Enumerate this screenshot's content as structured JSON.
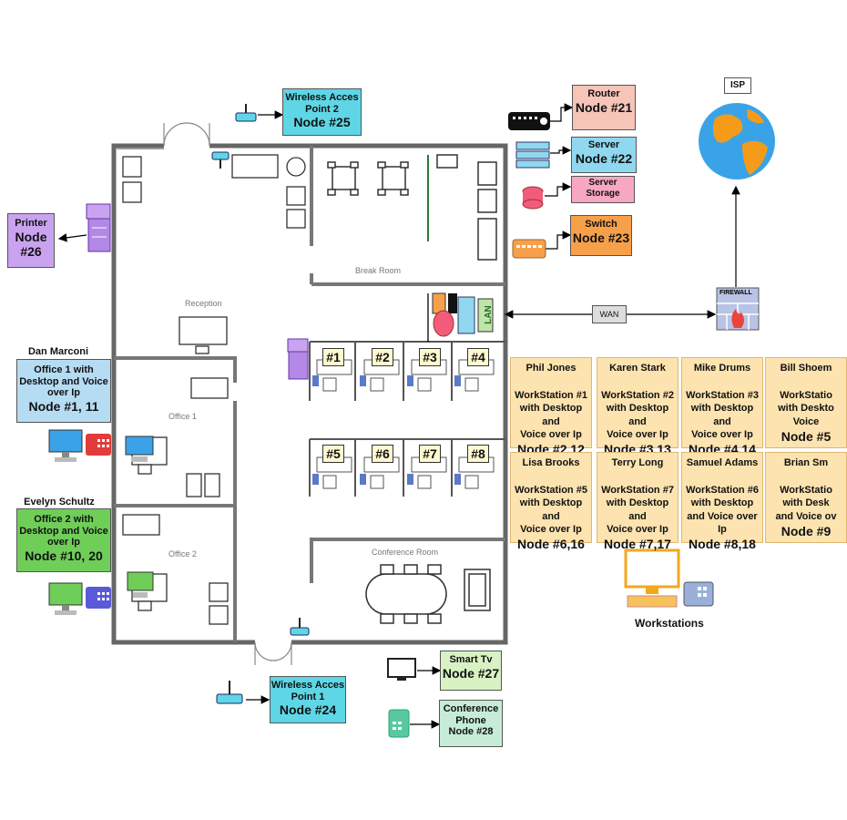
{
  "nodes": {
    "wap2": {
      "line1": "Wireless Acces",
      "line2": "Point 2",
      "node": "Node #25"
    },
    "wap1": {
      "line1": "Wireless Acces",
      "line2": "Point 1",
      "node": "Node #24"
    },
    "router": {
      "label": "Router",
      "node": "Node #21"
    },
    "server": {
      "label": "Server",
      "node": "Node #22"
    },
    "storage": {
      "line1": "Server",
      "line2": "Storage"
    },
    "switch": {
      "label": "Switch",
      "node": "Node #23"
    },
    "printer": {
      "label": "Printer",
      "node": "Node",
      "num": "#26"
    },
    "isp": {
      "label": "ISP"
    },
    "firewall": {
      "label": "FIREWALL"
    },
    "wan": {
      "label": "WAN"
    },
    "lan": {
      "label": "LAN"
    },
    "smart_tv": {
      "label": "Smart Tv",
      "node": "Node #27"
    },
    "conf_phone": {
      "line1": "Conference",
      "line2": "Phone",
      "node": "Node #28"
    }
  },
  "offices": {
    "office1": {
      "person": "Dan Marconi",
      "line1": "Office 1 with",
      "line2": "Desktop and Voice",
      "line3": "over Ip",
      "node": "Node #1, 11"
    },
    "office2": {
      "person": "Evelyn Schultz",
      "line1": "Office 2 with",
      "line2": "Desktop and Voice",
      "line3": "over Ip",
      "node": "Node #10, 20"
    }
  },
  "rooms": {
    "break": "Break Room",
    "reception": "Reception",
    "office1": "Office 1",
    "office2": "Office 2",
    "conference": "Conference Room"
  },
  "desks": [
    "#1",
    "#2",
    "#3",
    "#4",
    "#5",
    "#6",
    "#7",
    "#8"
  ],
  "workstations": [
    {
      "name": "Phil Jones",
      "t1": "WorkStation #1",
      "t2": "with Desktop and",
      "t3": "Voice over Ip",
      "node": "Node #2,12"
    },
    {
      "name": "Karen Stark",
      "t1": "WorkStation #2",
      "t2": "with Desktop and",
      "t3": "Voice over Ip",
      "node": "Node #3,13"
    },
    {
      "name": "Mike Drums",
      "t1": "WorkStation #3",
      "t2": "with Desktop and",
      "t3": "Voice over Ip",
      "node": "Node #4,14"
    },
    {
      "name": "Bill Shoem",
      "t1": "WorkStatio",
      "t2": "with Deskto",
      "t3": "Voice",
      "node": "Node #5"
    },
    {
      "name": "Lisa Brooks",
      "t1": "WorkStation #5",
      "t2": "with Desktop and",
      "t3": "Voice over Ip",
      "node": "Node #6,16"
    },
    {
      "name": "Terry Long",
      "t1": "WorkStation #7",
      "t2": "with Desktop and",
      "t3": "Voice over Ip",
      "node": "Node #7,17"
    },
    {
      "name": "Samuel Adams",
      "t1": "WorkStation #6",
      "t2": "with Desktop",
      "t3": "and Voice over Ip",
      "node": "Node #8,18"
    },
    {
      "name": "Brian Sm",
      "t1": "WorkStatio",
      "t2": "with Desk",
      "t3": "and Voice ov",
      "node": "Node #9"
    }
  ],
  "workstations_caption": "Workstations",
  "colors": {
    "wap": "#5ed6e6",
    "router": "#f7c4b8",
    "server": "#8fd8ef",
    "storage": "#f8a7c2",
    "switch": "#f7a04a",
    "printer": "#c9a3ef",
    "office1": "#b6dcf3",
    "office2": "#6fce58",
    "smarttv": "#d8f2c4",
    "confphone": "#c6ecd8",
    "workstation": "#fce3b0"
  }
}
